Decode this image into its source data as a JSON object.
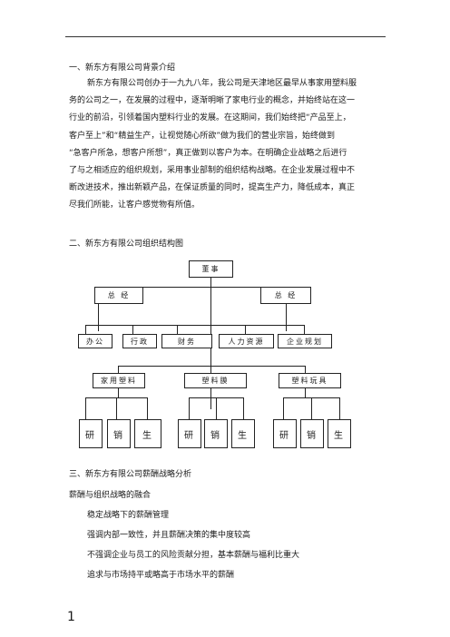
{
  "section1": {
    "heading": "一、新东方有限公司背景介绍",
    "lines": [
      "新东方有限公司创办于一九九八年，我公司是天津地区最早从事家用塑料服",
      "务的公司之一，在发展的过程中，逐渐明晰了家电行业的概念，并始终站在这一",
      "行业的前沿，引领着国内塑料行业的发展。在这期间，我们始终把“产品至上，",
      "客户至上”和“精益生产，让视觉随心所欲”做为我们的营业宗旨，始终做到",
      "“急客户所急，想客户所想”，真正做到以客户为本。在明确企业战略之后进行",
      "了与之相适应的组织规划，采用事业部制的组织结构战略。在企业发展过程中不",
      "断改进技术，推出新颖产品，在保证质量的同时，提高生产力，降低成本，真正",
      "尽我们所能，让客户感觉物有所值。"
    ]
  },
  "section2": {
    "heading": "二、新东方有限公司组织结构图",
    "org": {
      "top": "董事",
      "deputies": [
        "总 经",
        "总 经"
      ],
      "departments": [
        "办公",
        "行政",
        "财务",
        "人力资源",
        "企业规划"
      ],
      "divisions": [
        "家用塑料",
        "塑料膜",
        "塑料玩具"
      ],
      "units": [
        "研",
        "销",
        "生"
      ]
    }
  },
  "section3": {
    "heading": "三、新东方有限公司薪酬战略分析",
    "items": [
      "薪酬与组织战略的融合",
      "稳定战略下的薪酬管理",
      "强调内部一致性，并且薪酬决策的集中度较高",
      "不强调企业与员工的风险贡献分担，基本薪酬与福利比重大",
      "追求与市场持平或略高于市场水平的薪酬"
    ]
  },
  "page_number": "1"
}
